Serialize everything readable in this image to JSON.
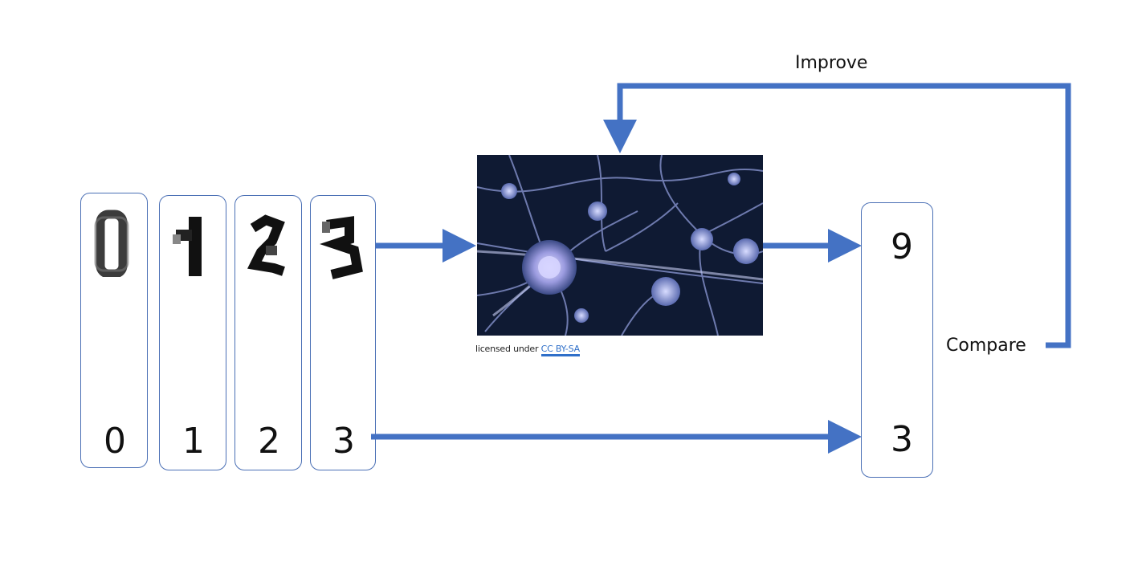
{
  "inputs": [
    {
      "label": "0",
      "glyph": "0"
    },
    {
      "label": "1",
      "glyph": "1"
    },
    {
      "label": "2",
      "glyph": "2"
    },
    {
      "label": "3",
      "glyph": "3"
    }
  ],
  "output": {
    "prediction": "9",
    "target": "3"
  },
  "image_caption": {
    "prefix": "licensed under",
    "link": "CC BY-SA"
  },
  "loop": {
    "improve": "Improve",
    "compare": "Compare"
  },
  "colors": {
    "arrow": "#4472c4",
    "card_border": "#4a6fb5",
    "link": "#2f6fc9",
    "neuron_bg": "#0f1a33"
  }
}
